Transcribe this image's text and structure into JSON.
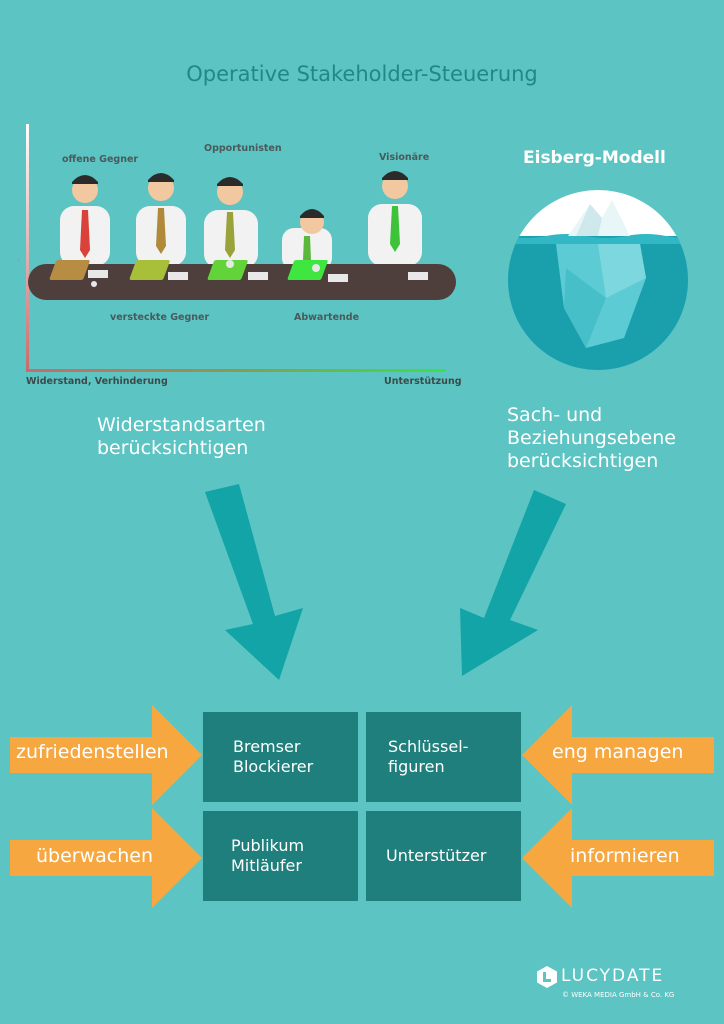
{
  "title": "Operative Stakeholder-Steuerung",
  "stakeholder_chart": {
    "top_labels": [
      "offene Gegner",
      "Opportunisten",
      "Visionäre"
    ],
    "bottom_labels": [
      "versteckte Gegner",
      "Abwartende"
    ],
    "x_left_label": "Widerstand, Verhinderung",
    "x_right_label": "Unterstützung"
  },
  "iceberg": {
    "title": "Eisberg-Modell"
  },
  "left_text": [
    "Widerstandsarten",
    "berücksichtigen"
  ],
  "right_text": [
    "Sach- und",
    "Beziehungsebene",
    "berücksichtigen"
  ],
  "matrix": {
    "top_left": [
      "Bremser",
      "Blockierer"
    ],
    "top_right": [
      "Schlüssel-",
      "figuren"
    ],
    "bottom_left": [
      "Publikum",
      "Mitläufer"
    ],
    "bottom_right": [
      "Unterstützer"
    ]
  },
  "actions": {
    "top_left": "zufriedenstellen",
    "top_right": "eng managen",
    "bottom_left": "überwachen",
    "bottom_right": "informieren"
  },
  "logo": {
    "text": "LUCYDATE",
    "copyright": "© WEKA MEDIA GmbH & Co. KG"
  },
  "colors": {
    "background": "#5cc4c2",
    "dark_teal": "#1f7f7c",
    "arrow_teal": "#12a4a6",
    "orange": "#f7a740"
  }
}
